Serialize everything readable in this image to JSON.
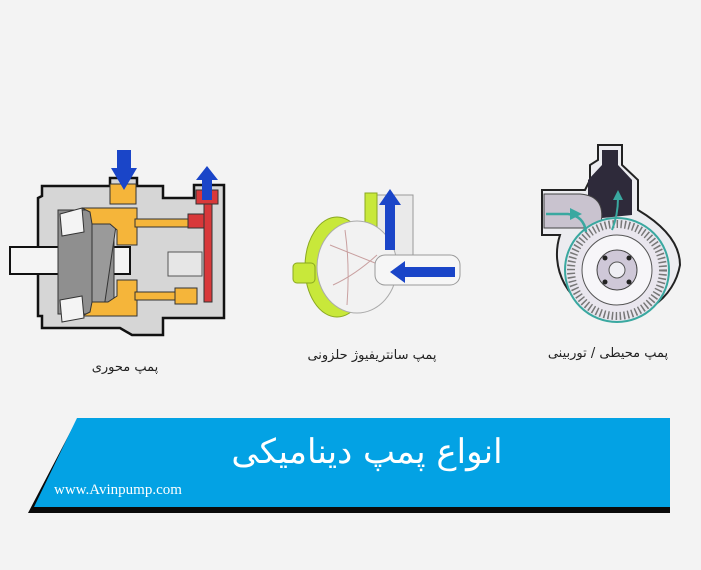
{
  "pumps": [
    {
      "id": "axial",
      "label": "پمپ محوری"
    },
    {
      "id": "centrifugal-volute",
      "label": "پمپ سانتریفیوژ حلزونی"
    },
    {
      "id": "peripheral-turbine",
      "label": "پمپ محیطی / توربینی"
    }
  ],
  "banner": {
    "title": "انواع پمپ دینامیکی",
    "url": "www.Avinpump.com"
  },
  "colors": {
    "background": "#f3f3f3",
    "banner_blue": "#03a2e4",
    "banner_shadow": "#0a0a0a",
    "arrow_blue": "#1a45c8",
    "pump_orange": "#f5b53a",
    "pump_red": "#d8383a",
    "casing_gray": "#d4d4d4",
    "volute_green": "#c8e83a",
    "turbine_dark": "#2e2a3a",
    "flow_teal": "#3aa8a0"
  }
}
